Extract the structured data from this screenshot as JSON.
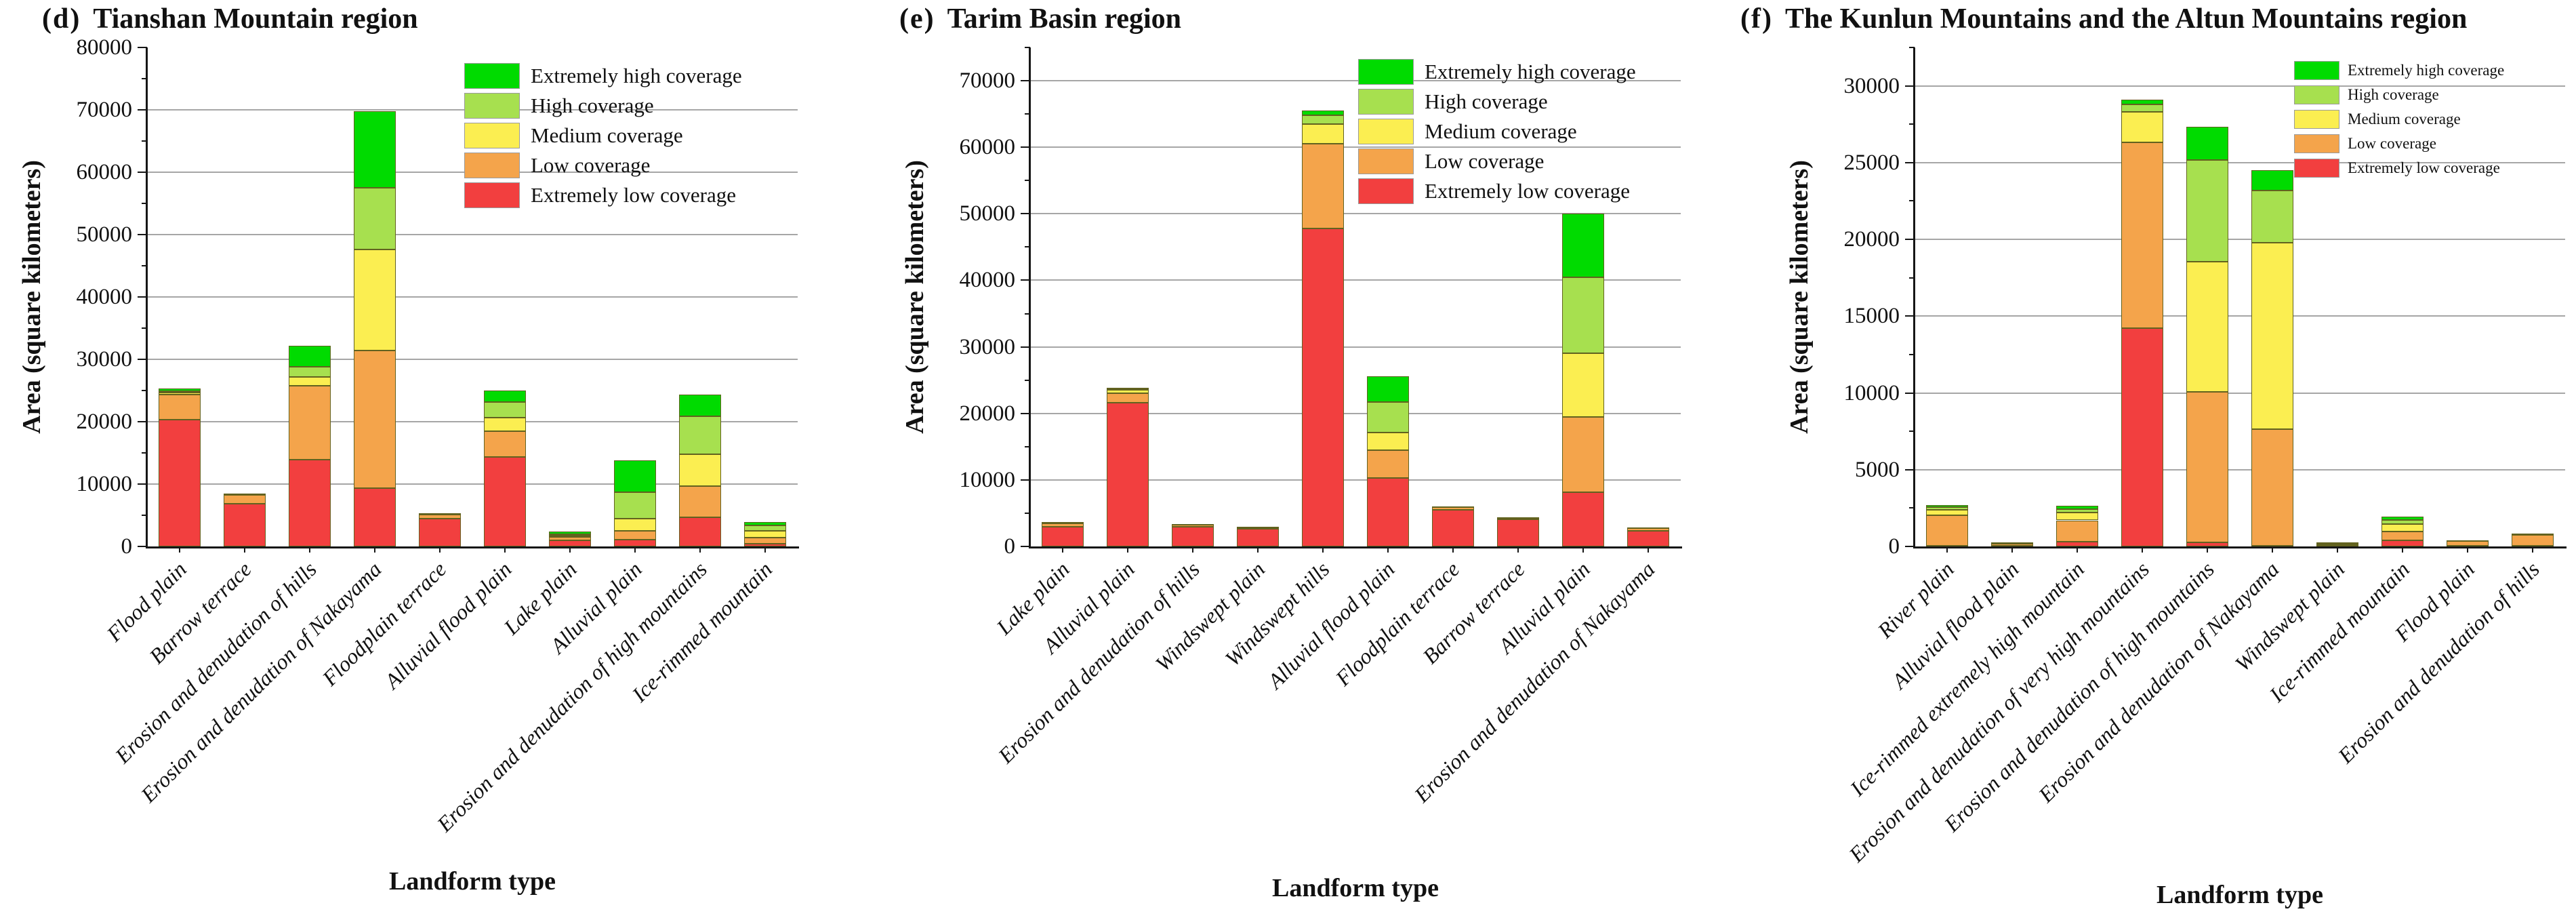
{
  "background": "#ffffff",
  "colors": {
    "extremely_high": "#00db00",
    "high": "#a7e04f",
    "medium": "#fbee51",
    "low": "#f4a44b",
    "extremely_low": "#f23f3f",
    "gridline": "#a6a6a6",
    "axis": "#161616"
  },
  "legend": {
    "items": [
      {
        "label": "Extremely high coverage",
        "color_key": "extremely_high"
      },
      {
        "label": "High coverage",
        "color_key": "high"
      },
      {
        "label": "Medium coverage",
        "color_key": "medium"
      },
      {
        "label": "Low coverage",
        "color_key": "low"
      },
      {
        "label": "Extremely low coverage",
        "color_key": "extremely_low"
      }
    ]
  },
  "chart_data": [
    {
      "type": "bar",
      "stacked": true,
      "panel_label": "(d)",
      "title": "Tianshan Mountain region",
      "xlabel": "Landform type",
      "ylabel": "Area (square kilometers)",
      "ylim": [
        0,
        80000
      ],
      "yticks": [
        0,
        10000,
        20000,
        30000,
        40000,
        50000,
        60000,
        70000,
        80000
      ],
      "grid": true,
      "legend_position": "top-right",
      "categories": [
        "Flood plain",
        "Barrow terrace",
        "Erosion and denudation of hills",
        "Erosion and denudation of Nakayama",
        "Floodplain terrace",
        "Alluvial flood plain",
        "Lake plain",
        "Alluvial plain",
        "Erosion and denudation of high mountains",
        "Ice-rimmed mountain"
      ],
      "series": [
        {
          "name": "Extremely low coverage",
          "color_key": "extremely_low",
          "values": [
            20300,
            6900,
            13900,
            9300,
            4500,
            14300,
            950,
            1100,
            4700,
            400
          ]
        },
        {
          "name": "Low coverage",
          "color_key": "low",
          "values": [
            4000,
            1400,
            11900,
            22100,
            650,
            4200,
            600,
            1400,
            5000,
            1000
          ]
        },
        {
          "name": "Medium coverage",
          "color_key": "medium",
          "values": [
            400,
            150,
            1400,
            16200,
            100,
            2100,
            150,
            2000,
            5100,
            1100
          ]
        },
        {
          "name": "High coverage",
          "color_key": "high",
          "values": [
            200,
            0,
            1600,
            9900,
            50,
            2600,
            250,
            4200,
            6100,
            900
          ]
        },
        {
          "name": "Extremely high coverage",
          "color_key": "extremely_high",
          "values": [
            400,
            0,
            3400,
            12300,
            0,
            1800,
            400,
            5100,
            3500,
            500
          ]
        }
      ]
    },
    {
      "type": "bar",
      "stacked": true,
      "panel_label": "(e)",
      "title": "Tarim Basin region",
      "xlabel": "Landform type",
      "ylabel": "Area (square kilometers)",
      "ylim": [
        0,
        75000
      ],
      "yticks": [
        0,
        10000,
        20000,
        30000,
        40000,
        50000,
        60000,
        70000
      ],
      "grid": true,
      "legend_position": "top-right",
      "categories": [
        "Lake plain",
        "Alluvial plain",
        "Erosion and denudation of hills",
        "Windswept plain",
        "Windswept hills",
        "Alluvial flood plain",
        "Floodplain terrace",
        "Barrow terrace",
        "Alluvial plain",
        "Erosion and denudation of Nakayama"
      ],
      "series": [
        {
          "name": "Extremely low coverage",
          "color_key": "extremely_low",
          "values": [
            3000,
            21600,
            3000,
            2600,
            47800,
            10300,
            5500,
            4100,
            8200,
            2300
          ]
        },
        {
          "name": "Low coverage",
          "color_key": "low",
          "values": [
            500,
            1400,
            300,
            300,
            12700,
            4200,
            400,
            200,
            11300,
            500
          ]
        },
        {
          "name": "Medium coverage",
          "color_key": "medium",
          "values": [
            200,
            500,
            100,
            100,
            3000,
            2600,
            100,
            100,
            9500,
            100
          ]
        },
        {
          "name": "High coverage",
          "color_key": "high",
          "values": [
            0,
            200,
            0,
            0,
            1300,
            4600,
            0,
            0,
            11500,
            0
          ]
        },
        {
          "name": "Extremely high coverage",
          "color_key": "extremely_high",
          "values": [
            0,
            100,
            0,
            0,
            700,
            3900,
            0,
            0,
            9500,
            0
          ]
        }
      ]
    },
    {
      "type": "bar",
      "stacked": true,
      "panel_label": "(f)",
      "title": "The Kunlun Mountains and the Altun Mountains region",
      "xlabel": "Landform type",
      "ylabel": "Area (square kilometers)",
      "ylim": [
        0,
        32500
      ],
      "yticks": [
        0,
        5000,
        10000,
        15000,
        20000,
        25000,
        30000
      ],
      "grid": true,
      "legend_position": "top-right",
      "categories": [
        "River plain",
        "Alluvial flood plain",
        "Ice-rimmed extremely high mountain",
        "Erosion and denudation of very high mountains",
        "Erosion and denudation of high mountains",
        "Erosion and denudation of Nakayama",
        "Windswept plain",
        "Ice-rimmed mountain",
        "Flood plain",
        "Erosion and denudation of hills"
      ],
      "series": [
        {
          "name": "Extremely low coverage",
          "color_key": "extremely_low",
          "values": [
            50,
            30,
            300,
            14200,
            250,
            50,
            40,
            400,
            50,
            50
          ]
        },
        {
          "name": "Low coverage",
          "color_key": "low",
          "values": [
            2000,
            150,
            1400,
            12100,
            9800,
            7600,
            100,
            550,
            300,
            720
          ]
        },
        {
          "name": "Medium coverage",
          "color_key": "medium",
          "values": [
            350,
            70,
            500,
            2000,
            8500,
            12150,
            40,
            500,
            50,
            80
          ]
        },
        {
          "name": "High coverage",
          "color_key": "high",
          "values": [
            150,
            0,
            250,
            500,
            6600,
            3400,
            40,
            270,
            0,
            0
          ]
        },
        {
          "name": "Extremely high coverage",
          "color_key": "extremely_high",
          "values": [
            150,
            0,
            200,
            300,
            2200,
            1300,
            40,
            230,
            0,
            0
          ]
        }
      ]
    }
  ]
}
